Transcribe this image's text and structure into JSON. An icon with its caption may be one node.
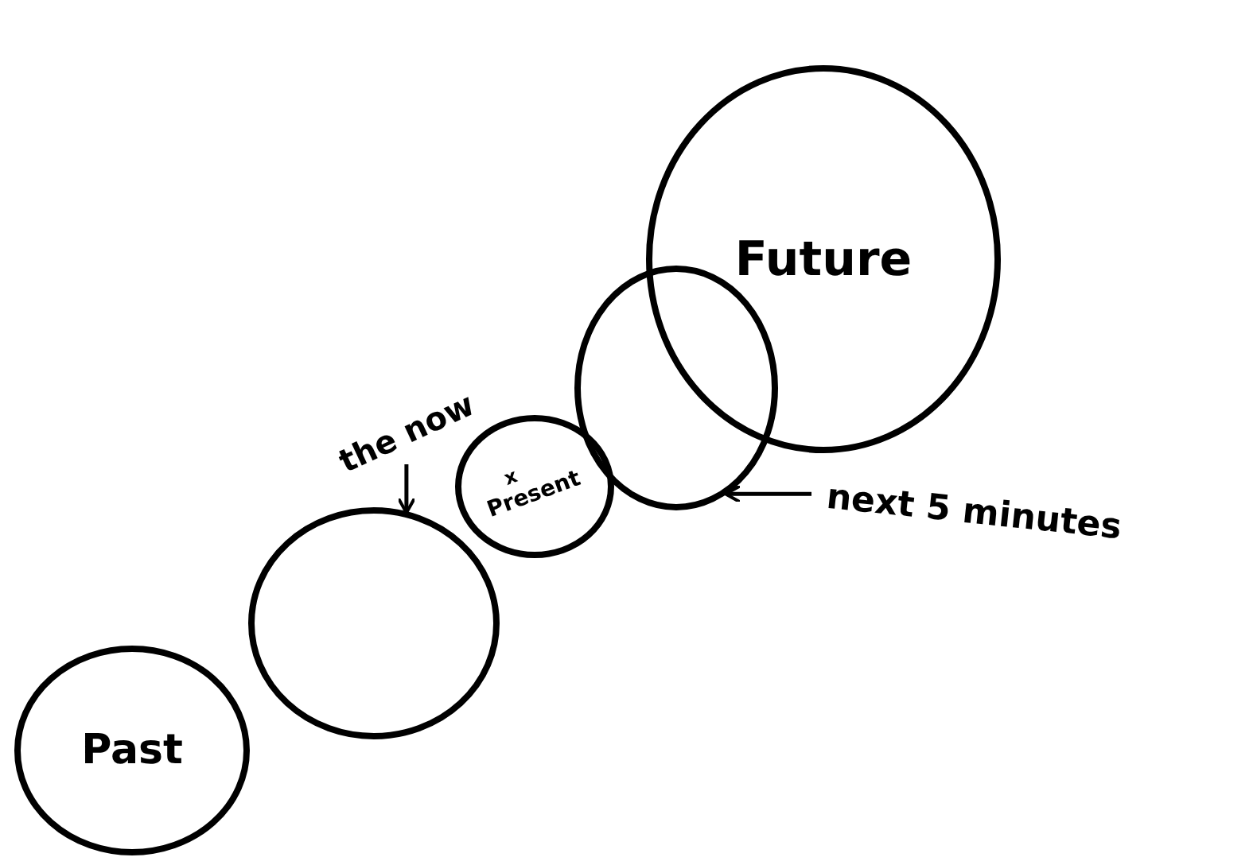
{
  "diagram": {
    "nodes": [
      {
        "text": [
          "Past"
        ]
      },
      {
        "text": [
          "the now"
        ]
      },
      {
        "text": [],
        "shape": "circle"
      },
      {
        "text": [
          "x",
          "Present"
        ]
      },
      {
        "text": [],
        "shape": "circle"
      },
      {
        "text": [
          "next 5 minutes"
        ]
      },
      {
        "text": [
          "Future"
        ]
      }
    ],
    "edges": [
      {
        "from": 1,
        "to": 2,
        "arrow": "to"
      },
      {
        "from": 5,
        "to": 4,
        "arrow": "to"
      }
    ]
  }
}
